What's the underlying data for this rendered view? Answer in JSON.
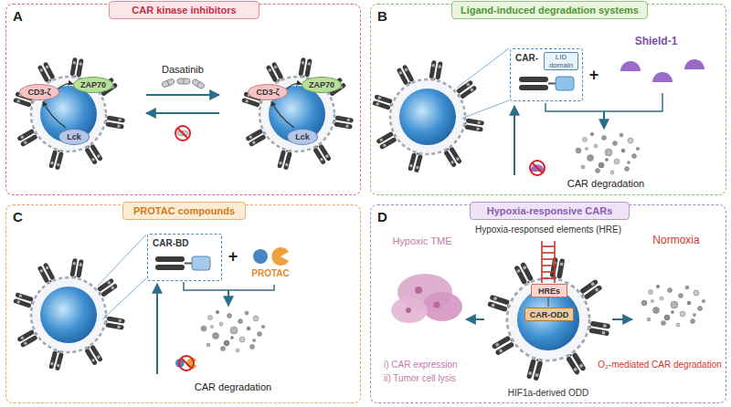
{
  "diagram": {
    "nodes": [
      {
        "text": [
          "A"
        ]
      },
      {
        "text": [
          "CAR kinase inhibitors"
        ],
        "in": 0
      },
      {
        "text": [
          "CD3-ζ"
        ],
        "in": 0
      },
      {
        "text": [
          "ZAP70"
        ],
        "in": 0
      },
      {
        "text": [
          "Lck"
        ],
        "in": 0
      },
      {
        "text": [
          "CD3-ζ"
        ],
        "in": 0
      },
      {
        "text": [
          "ZAP70"
        ],
        "in": 0
      },
      {
        "text": [
          "Lck"
        ],
        "in": 0
      },
      {
        "text": [
          "B"
        ]
      },
      {
        "text": [
          "Ligand-induced degradation systems"
        ],
        "in": 8
      },
      {
        "text": [
          "CAR-",
          "LID domain"
        ],
        "in": 8
      },
      {
        "text": [
          "C"
        ]
      },
      {
        "text": [
          "PROTAC compounds"
        ],
        "in": 11
      },
      {
        "text": [
          "CAR-BD"
        ],
        "in": 11
      },
      {
        "text": [
          "D"
        ]
      },
      {
        "text": [
          "Hypoxia-responsive CARs"
        ],
        "in": 14
      },
      {
        "text": [
          "HREs"
        ],
        "in": 14
      },
      {
        "text": [
          "CAR-ODD"
        ],
        "in": 14
      }
    ],
    "labels": [
      "Dasatinib",
      "Shield-1",
      "+",
      "CAR degradation",
      "+",
      "PROTAC",
      "CAR degradation",
      "Hypoxia-responsed elements (HRE)",
      "Hypoxic TME",
      "Normoxia",
      "i) CAR expression",
      "ii) Tumor cell lysis",
      "O₂-mediated CAR degradation",
      "HIF1a-derived ODD"
    ]
  }
}
